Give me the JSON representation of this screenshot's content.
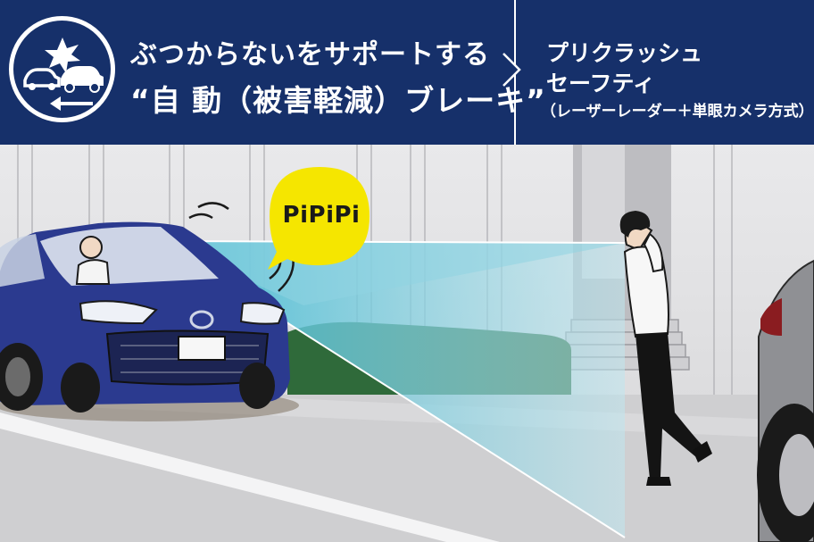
{
  "header": {
    "title_line1": "ぶつからないをサポートする",
    "title_line2": "“自 動（被害軽減）ブレーキ”",
    "product_line1": "プリクラッシュ",
    "product_line2": "セーフティ",
    "product_sub": "（レーザーレーダー＋単眼カメラ方式）",
    "icon": "collision-avoidance-icon",
    "colors": {
      "header_bg": "#16306a",
      "text": "#ffffff"
    }
  },
  "scene": {
    "alert_text": "PiPiPi",
    "colors": {
      "bubble": "#f5e600",
      "car_body": "#2b3a8f",
      "sensor_beam": "#5fc6d8",
      "road": "#cfcfd1",
      "wall": "#e6e6e8"
    }
  }
}
